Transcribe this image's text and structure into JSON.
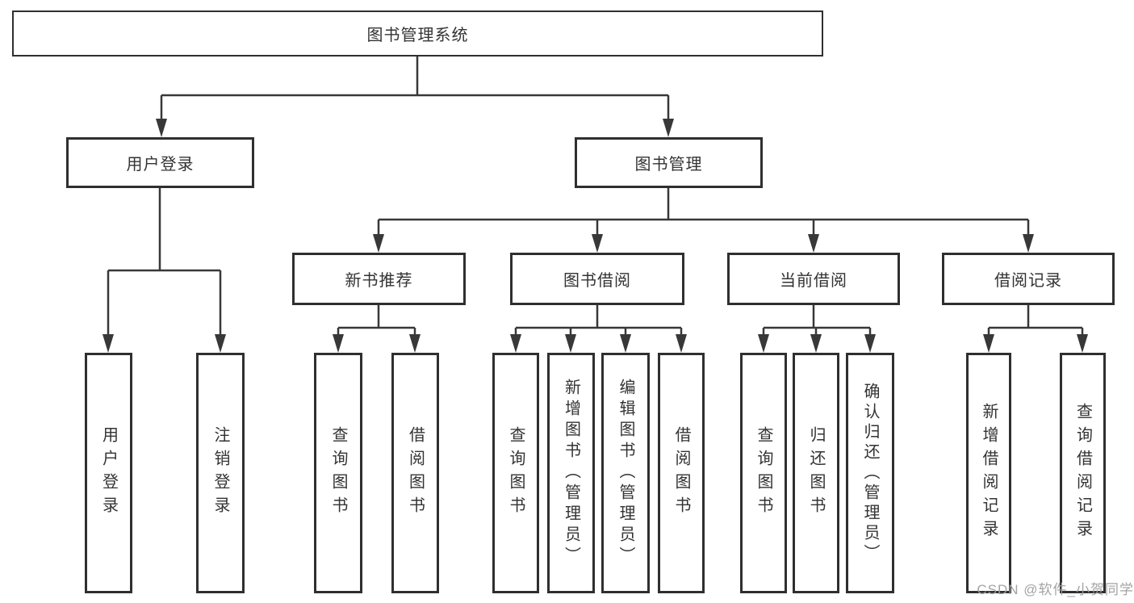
{
  "diagram": {
    "root": "图书管理系统",
    "level2": {
      "user_login": "用户登录",
      "book_mgmt": "图书管理"
    },
    "level3": {
      "new_book_rec": "新书推荐",
      "book_borrow": "图书借阅",
      "current_borrow": "当前借阅",
      "borrow_record": "借阅记录"
    },
    "leaves": {
      "user_login": "用户登录",
      "logout": "注销登录",
      "query_book_1": "查询图书",
      "borrow_book_1": "借阅图书",
      "query_book_2": "查询图书",
      "add_book_admin": "新增图书（管理员）",
      "edit_book_admin": "编辑图书（管理员）",
      "borrow_book_2": "借阅图书",
      "query_book_3": "查询图书",
      "return_book": "归还图书",
      "confirm_return_admin": "确认归还（管理员）",
      "add_borrow_record": "新增借阅记录",
      "query_borrow_record": "查询借阅记录"
    }
  },
  "watermark": "CSDN @软件_小贺同学",
  "colors": {
    "line": "#383838",
    "box_border": "#2f2f2f",
    "text": "#333333",
    "watermark": "#9e9e9e"
  }
}
